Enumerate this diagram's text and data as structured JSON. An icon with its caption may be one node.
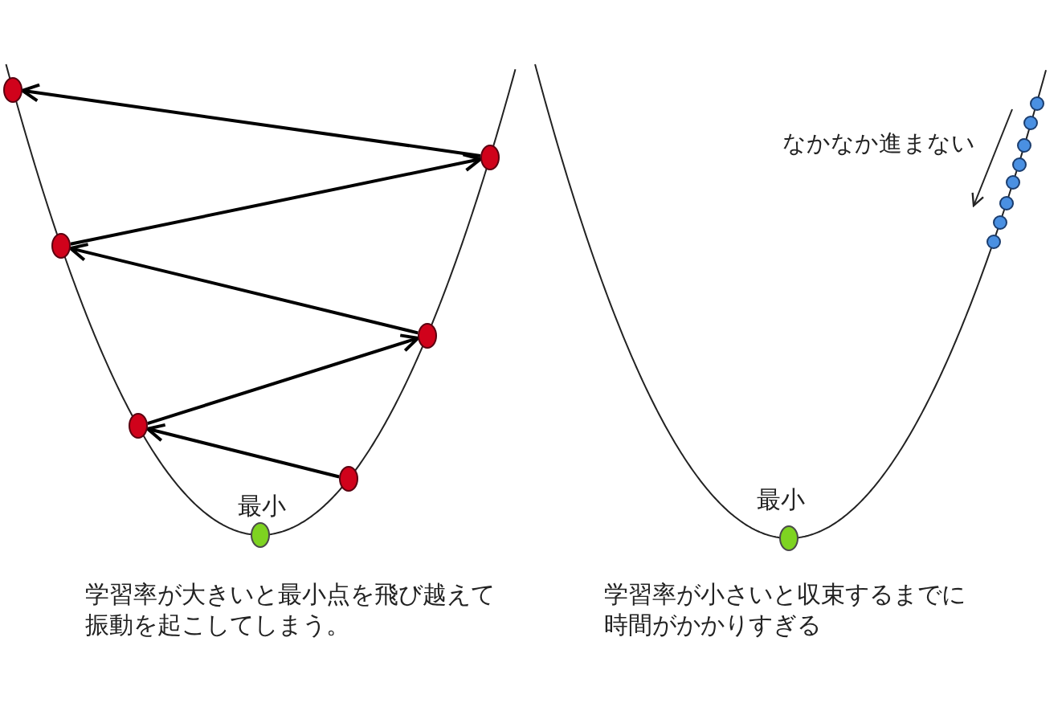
{
  "diagram": {
    "nodes": [
      {
        "text": [],
        "shape": "circle"
      },
      {
        "text": [],
        "shape": "circle"
      },
      {
        "text": [],
        "shape": "circle"
      },
      {
        "text": [],
        "shape": "circle"
      },
      {
        "text": [],
        "shape": "circle"
      },
      {
        "text": [],
        "shape": "circle"
      },
      {
        "text": [],
        "shape": "circle",
        "beside": [
          "最小"
        ]
      },
      {
        "text": [],
        "shape": "circle"
      },
      {
        "text": [],
        "shape": "circle"
      },
      {
        "text": [],
        "shape": "circle"
      },
      {
        "text": [],
        "shape": "circle"
      },
      {
        "text": [],
        "shape": "circle"
      },
      {
        "text": [],
        "shape": "circle"
      },
      {
        "text": [],
        "shape": "circle"
      },
      {
        "text": [],
        "shape": "circle"
      },
      {
        "text": [],
        "shape": "circle",
        "beside": [
          "最小"
        ]
      }
    ],
    "edges": [
      {
        "from": 5,
        "to": 4,
        "arrow": "to"
      },
      {
        "from": 4,
        "to": 3,
        "arrow": "to"
      },
      {
        "from": 3,
        "to": 2,
        "arrow": "to"
      },
      {
        "from": 2,
        "to": 1,
        "arrow": "to"
      },
      {
        "from": 1,
        "to": 0,
        "arrow": "to"
      }
    ],
    "labels": [
      "なかなか進まない",
      "学習率が大きいと最小点を飛び越えて振動を起こしてしまう。",
      "学習率が小さいと収束するまでに時間がかかりすぎる"
    ]
  }
}
